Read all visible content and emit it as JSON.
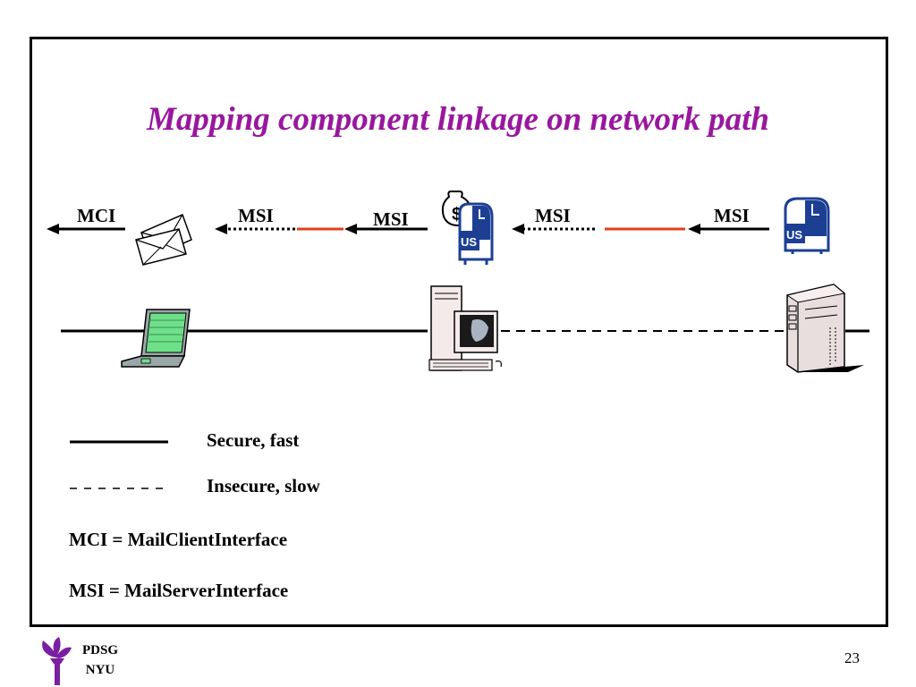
{
  "slide": {
    "title": "Mapping component linkage on network path",
    "page_number": "23",
    "footer_logo": {
      "line1": "PDSG",
      "line2": "NYU"
    }
  },
  "interfaces": {
    "mci": "MCI",
    "msi_1": "MSI",
    "msi_2": "MSI",
    "msi_3": "MSI",
    "msi_4": "MSI"
  },
  "icons": [
    "envelopes-icon",
    "mailbox-money-icon",
    "mailbox-icon",
    "laptop-icon",
    "desktop-computer-icon",
    "server-tower-icon",
    "nyu-torch-logo"
  ],
  "legend": {
    "solid_label": "Secure, fast",
    "dashed_label": "Insecure, slow",
    "mci_def": "MCI = MailClientInterface",
    "msi_def": "MSI = MailServerInterface"
  },
  "colors": {
    "title": "#99179e",
    "secure_link_highlight": "#e0401c",
    "logo": "#7b1fa2"
  }
}
